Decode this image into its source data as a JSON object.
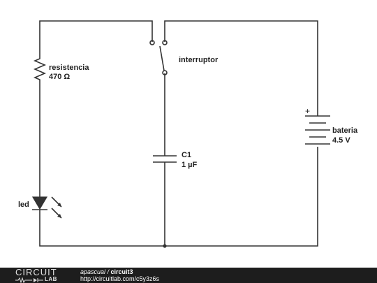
{
  "circuit": {
    "components": {
      "resistor": {
        "name": "resistencia",
        "value": "470 Ω"
      },
      "switch": {
        "name": "interruptor"
      },
      "capacitor": {
        "name": "C1",
        "value": "1 µF"
      },
      "battery": {
        "name": "bateria",
        "value": "4.5 V",
        "polarity": "+"
      },
      "led": {
        "name": "led"
      }
    }
  },
  "footer": {
    "logo_top": "CIRCUIT",
    "logo_bottom": "LAB",
    "author": "apascual",
    "separator": " / ",
    "circuit_name": "circuit3",
    "url": "http://circuitlab.com/c5y3z6s"
  },
  "colors": {
    "wire": "#333333",
    "footer_bg": "#1d1d1d",
    "text": "#222222"
  }
}
